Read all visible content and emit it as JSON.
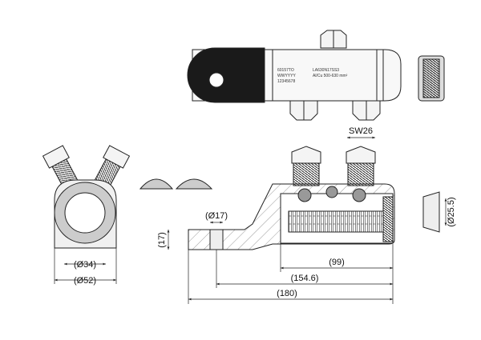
{
  "label": {
    "line1a": "60157TO",
    "line1b": "LA630N17SS3",
    "line2a": "WWYYYY",
    "line2b": "Al/Cu 500-630 mm²",
    "line3": "12345678"
  },
  "dimensions": {
    "sw": "SW26",
    "hole_dia": "(Ø17)",
    "lug_thickness": "(17)",
    "seal_dia": "(Ø25.5)",
    "inner_dia": "(Ø34)",
    "outer_dia": "(Ø52)",
    "barrel_length": "(99)",
    "hole_to_end": "(154.6)",
    "total_length": "(180)"
  },
  "colors": {
    "line": "#222222",
    "dark": "#1a1a1a",
    "fill": "#f4f4f4"
  }
}
